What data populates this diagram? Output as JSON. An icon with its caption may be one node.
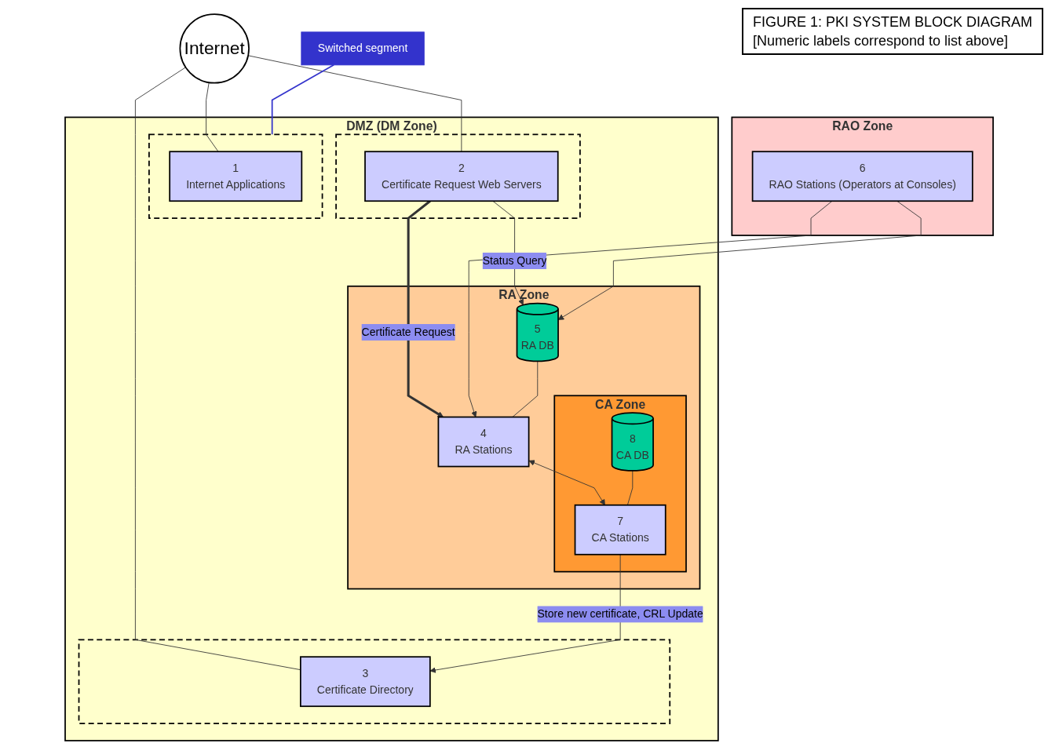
{
  "diagram": {
    "title": "FIGURE 1: PKI SYSTEM BLOCK DIAGRAM",
    "nodes": [
      {
        "text": [
          "Switched segment"
        ]
      },
      {
        "text": [
          "Internet"
        ]
      },
      {
        "text": [
          "DMZ (DM Zone)"
        ]
      },
      {
        "text": [],
        "shape": "box",
        "in": 2
      },
      {
        "text": [
          "1",
          "Internet Applications"
        ],
        "in": 3
      },
      {
        "text": [],
        "shape": "box",
        "in": 2
      },
      {
        "text": [
          "2",
          "Certificate Request Web Servers"
        ],
        "in": 5
      },
      {
        "text": [],
        "shape": "box",
        "in": 2
      },
      {
        "text": [
          "3",
          "Certificate Directory"
        ],
        "in": 7
      },
      {
        "text": [
          "RAO Zone"
        ]
      },
      {
        "text": [
          "6",
          "RAO Stations (Operators at Consoles)"
        ],
        "in": 9
      },
      {
        "text": [
          "RA Zone"
        ],
        "in": 2
      },
      {
        "text": [
          "5",
          "RA DB"
        ],
        "in": 11
      },
      {
        "text": [
          "4",
          "RA Stations"
        ],
        "in": 11
      },
      {
        "text": [
          "CA Zone"
        ],
        "in": 11
      },
      {
        "text": [
          "8",
          "CA DB"
        ],
        "in": 14
      },
      {
        "text": [
          "7",
          "CA Stations"
        ],
        "in": 14
      }
    ],
    "edges": [
      {
        "from": 0,
        "to": 3,
        "arrow": "none",
        "color": "#3333cc"
      },
      {
        "from": 1,
        "to": 4,
        "arrow": "none"
      },
      {
        "from": 1,
        "to": 6,
        "arrow": "none"
      },
      {
        "from": 1,
        "to": 8,
        "arrow": "none"
      },
      {
        "from": 6,
        "to": 12,
        "arrow": "to",
        "label": "Status Query"
      },
      {
        "from": 6,
        "to": 13,
        "arrow": "to",
        "label": "Certificate Request",
        "style": "thick"
      },
      {
        "from": 10,
        "to": 12,
        "arrow": "to"
      },
      {
        "from": 10,
        "to": 13,
        "arrow": "to"
      },
      {
        "from": 12,
        "to": 13,
        "arrow": "none"
      },
      {
        "from": 13,
        "to": 16,
        "arrow": "both"
      },
      {
        "from": 15,
        "to": 16,
        "arrow": "none"
      },
      {
        "from": 16,
        "to": 8,
        "arrow": "to",
        "label": "Store new certificate, CRL Update"
      }
    ],
    "labels": [
      "[Numeric labels correspond to list above]"
    ]
  }
}
